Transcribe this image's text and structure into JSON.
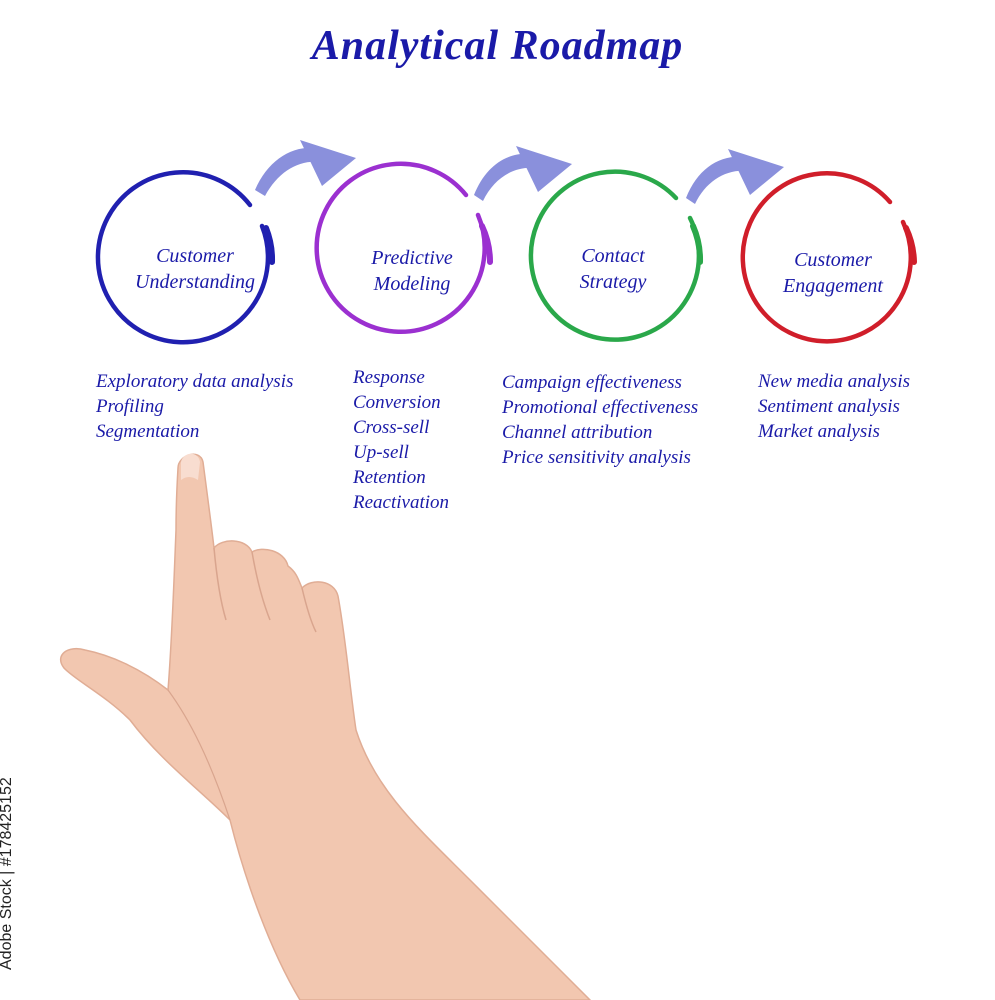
{
  "title": "Analytical Roadmap",
  "stages": [
    {
      "line1": "Customer",
      "line2": "Understanding",
      "color": "#2020b0",
      "items": [
        "Exploratory data analysis",
        "Profiling",
        "Segmentation"
      ]
    },
    {
      "line1": "Predictive",
      "line2": "Modeling",
      "color": "#9b30d0",
      "items": [
        "Response",
        "Conversion",
        "Cross-sell",
        "Up-sell",
        "Retention",
        "Reactivation"
      ]
    },
    {
      "line1": "Contact",
      "line2": "Strategy",
      "color": "#2aa84a",
      "items": [
        "Campaign effectiveness",
        "Promotional effectiveness",
        "Channel attribution",
        "Price sensitivity analysis"
      ]
    },
    {
      "line1": "Customer",
      "line2": "Engagement",
      "color": "#d01e2a",
      "items": [
        "New media analysis",
        "Sentiment analysis",
        "Market analysis"
      ]
    }
  ],
  "arrow_color": "#8a90dc",
  "stock_id": "Adobe Stock | #178425152"
}
